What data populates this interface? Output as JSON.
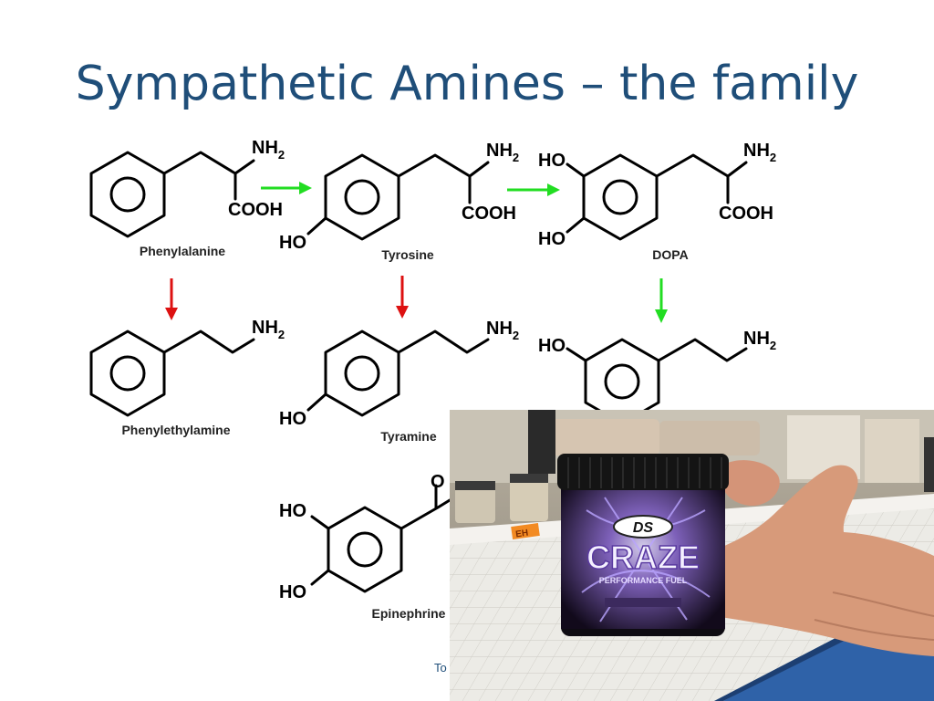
{
  "slide": {
    "title": "Sympathetic Amines – the family",
    "footer_fragment": "To"
  },
  "molecules": {
    "phenylalanine": {
      "name": "Phenylalanine",
      "groups": [
        "NH2",
        "COOH"
      ]
    },
    "tyrosine": {
      "name": "Tyrosine",
      "groups": [
        "NH2",
        "COOH",
        "HO"
      ]
    },
    "dopa": {
      "name": "DOPA",
      "groups": [
        "NH2",
        "COOH",
        "HO",
        "HO"
      ]
    },
    "phenylethylamine": {
      "name": "Phenylethylamine",
      "groups": [
        "NH2"
      ]
    },
    "tyramine": {
      "name": "Tyramine",
      "groups": [
        "NH2",
        "HO"
      ]
    },
    "dopamine_partial": {
      "groups": [
        "NH2",
        "HO"
      ]
    },
    "epinephrine": {
      "name": "Epinephrine",
      "groups": [
        "HO",
        "HO",
        "O"
      ]
    }
  },
  "arrows": {
    "green_color": "#22dd22",
    "red_color": "#dd1111"
  },
  "photo": {
    "jar_brand": "DS",
    "jar_name": "CRAZE",
    "jar_tagline": "PERFORMANCE FUEL",
    "tag_text": "EH"
  }
}
